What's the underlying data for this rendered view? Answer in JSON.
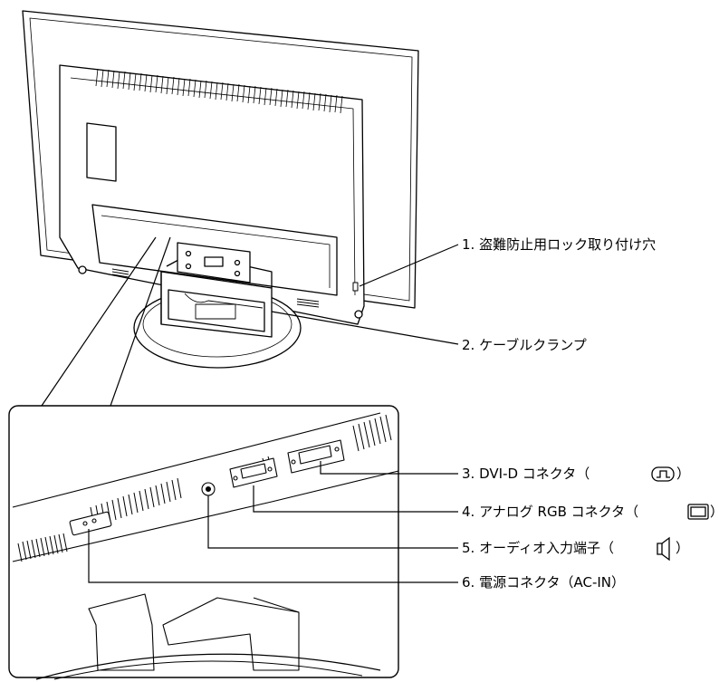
{
  "callouts": [
    {
      "num": "1.",
      "text": "盗難防止用ロック取り付け穴"
    },
    {
      "num": "2.",
      "text": "ケーブルクランプ"
    },
    {
      "num": "3.",
      "text": "DVI-D コネクタ（",
      "suffix": "）",
      "icon": "dvi-connector-icon"
    },
    {
      "num": "4.",
      "text": "アナログ RGB コネクタ（",
      "suffix": "）",
      "icon": "vga-monitor-icon"
    },
    {
      "num": "5.",
      "text": "オーディオ入力端子（",
      "suffix": "）",
      "icon": "speaker-icon"
    },
    {
      "num": "6.",
      "text": "電源コネクタ（AC-IN）"
    }
  ],
  "colors": {
    "line": "#000000",
    "fill": "#ffffff",
    "shade": "#e8e8e8"
  }
}
